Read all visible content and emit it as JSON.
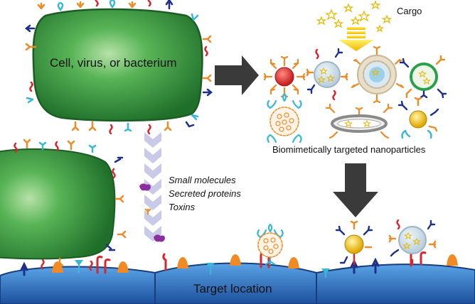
{
  "labels": {
    "cell": "Cell, virus, or bacterium",
    "cargo": "Cargo",
    "nanoparticles": "Biomimetically targeted nanoparticles",
    "secreted": [
      "Small molecules",
      "Secreted proteins",
      "Toxins"
    ],
    "target": "Target location"
  },
  "colors": {
    "cell_green": "#2e8b3a",
    "tissue_blue": "#2a5fb0",
    "arrow_dark": "#3a3a3a",
    "cargo_yellow": "#f5d020",
    "chevron": "#c9c9e8"
  }
}
